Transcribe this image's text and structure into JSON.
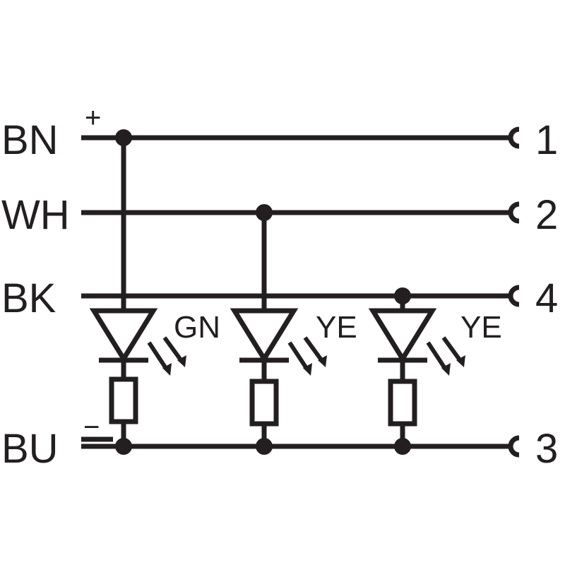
{
  "wires": [
    {
      "label": "BN",
      "pin": "1",
      "polarity": "+"
    },
    {
      "label": "WH",
      "pin": "2"
    },
    {
      "label": "BK",
      "pin": "4"
    },
    {
      "label": "BU",
      "pin": "3",
      "polarity": "−"
    }
  ],
  "leds": [
    {
      "color_label": "GN"
    },
    {
      "color_label": "YE"
    },
    {
      "color_label": "YE"
    }
  ],
  "colors": {
    "ink": "#231f20",
    "background": "#ffffff"
  }
}
